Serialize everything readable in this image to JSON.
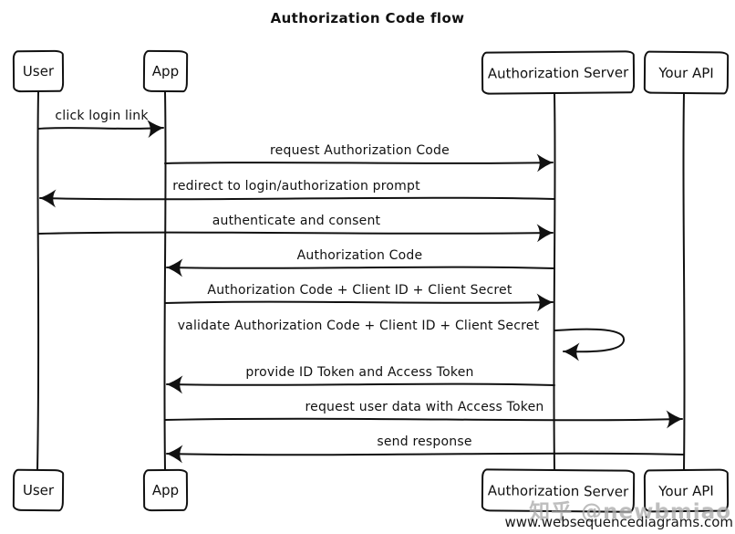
{
  "title": "Authorization Code flow",
  "actors": [
    {
      "id": "user",
      "label": "User"
    },
    {
      "id": "app",
      "label": "App"
    },
    {
      "id": "auth-server",
      "label": "Authorization Server"
    },
    {
      "id": "your-api",
      "label": "Your API"
    }
  ],
  "messages": [
    {
      "from": "User",
      "to": "App",
      "label": "click login link"
    },
    {
      "from": "App",
      "to": "Authorization Server",
      "label": "request Authorization Code"
    },
    {
      "from": "Authorization Server",
      "to": "User",
      "label": "redirect to login/authorization prompt"
    },
    {
      "from": "User",
      "to": "Authorization Server",
      "label": "authenticate and consent"
    },
    {
      "from": "Authorization Server",
      "to": "App",
      "label": "Authorization Code"
    },
    {
      "from": "App",
      "to": "Authorization Server",
      "label": "Authorization Code + Client ID + Client Secret"
    },
    {
      "from": "Authorization Server",
      "to": "Authorization Server",
      "self": true,
      "label": "validate Authorization Code + Client ID + Client Secret"
    },
    {
      "from": "Authorization Server",
      "to": "App",
      "label": "provide ID Token and Access Token"
    },
    {
      "from": "App",
      "to": "Your API",
      "label": "request user data with Access Token"
    },
    {
      "from": "Your API",
      "to": "App",
      "label": "send response"
    }
  ],
  "watermark": {
    "badge": "知乎 @newbmiao",
    "site": "www.websequencediagrams.com"
  },
  "colors": {
    "stroke": "#111111",
    "background": "#ffffff",
    "watermark_gray": "#acacac"
  }
}
